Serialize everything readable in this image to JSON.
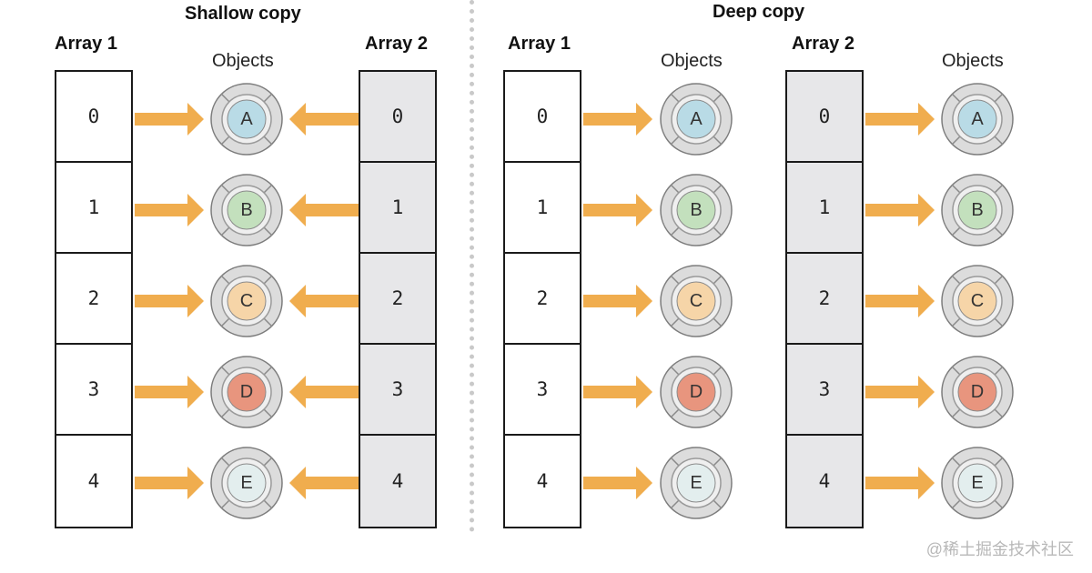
{
  "shallow": {
    "title": "Shallow copy",
    "array1_label": "Array 1",
    "array2_label": "Array 2",
    "objects_label": "Objects",
    "indices": [
      "0",
      "1",
      "2",
      "3",
      "4"
    ],
    "objects": [
      "A",
      "B",
      "C",
      "D",
      "E"
    ]
  },
  "deep": {
    "title": "Deep copy",
    "array1_label": "Array 1",
    "array2_label": "Array 2",
    "objects1_label": "Objects",
    "objects2_label": "Objects",
    "indices": [
      "0",
      "1",
      "2",
      "3",
      "4"
    ],
    "objects": [
      "A",
      "B",
      "C",
      "D",
      "E"
    ]
  },
  "object_colors": [
    "#b9dbe6",
    "#c3e0bd",
    "#f6d5a8",
    "#e8957e",
    "#e3eeee"
  ],
  "ring_color": "#dcdcdc",
  "arrow_color": "#f0ad4e",
  "watermark": "@稀土掘金技术社区"
}
